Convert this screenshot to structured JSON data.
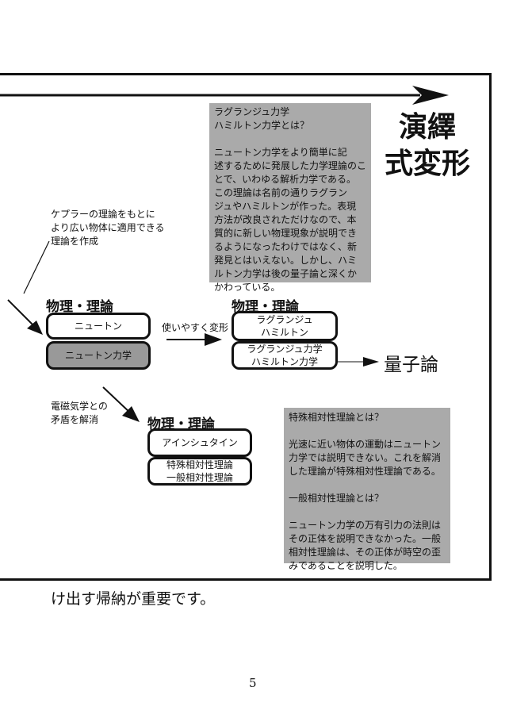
{
  "title": "演繹\n式変形",
  "notes": {
    "hamilton": "ラグランジュ力学\nハミルトン力学とは？\n\nニュートン力学をより簡単に記\n述するために発展した力学理論のこ\nとで、いわゆる解析力学である。\nこの理論は名前の通りラグラン\nジュやハミルトンが作った。表現\n方法が改良されただけなので、本\n質的に新しい物理現象が説明でき\nるようになったわけではなく、新\n発見とはいえない。しかし、ハミ\nルトン力学は後の量子論と深くか\nかわっている。",
    "relativity": "特殊相対性理論とは？\n\n光速に近い物体の運動はニュートン\n力学では説明できない。これを解消\nした理論が特殊相対性理論である。\n\n一般相対性理論とは？\n\nニュートン力学の万有引力の法則は\nその正体を説明できなかった。一般\n相対性理論は、その正体が時空の歪\nみであることを説明した。",
    "kepler": "ケプラーの理論をもとに\nより広い物体に適用できる\n理論を作成",
    "electromagnetism": "電磁気学との\n矛盾を解消"
  },
  "groups": {
    "newton": {
      "label": "物理・理論",
      "person": "ニュートン",
      "theory": "ニュートン力学"
    },
    "lagrange": {
      "label": "物理・理論",
      "person": "ラグランジュ\nハミルトン",
      "theory": "ラグランジュ力学\nハミルトン力学"
    },
    "einstein": {
      "label": "物理・理論",
      "person": "アインシュタイン",
      "theory": "特殊相対性理論\n一般相対性理論"
    }
  },
  "edges": {
    "easier": "使いやすく変形",
    "quantum": "量子論"
  },
  "footer": "け出す帰納が重要です。",
  "page_number": "5",
  "colors": {
    "note_bg": "#aaaaaa",
    "node_shaded": "#999999",
    "line": "#111111"
  }
}
